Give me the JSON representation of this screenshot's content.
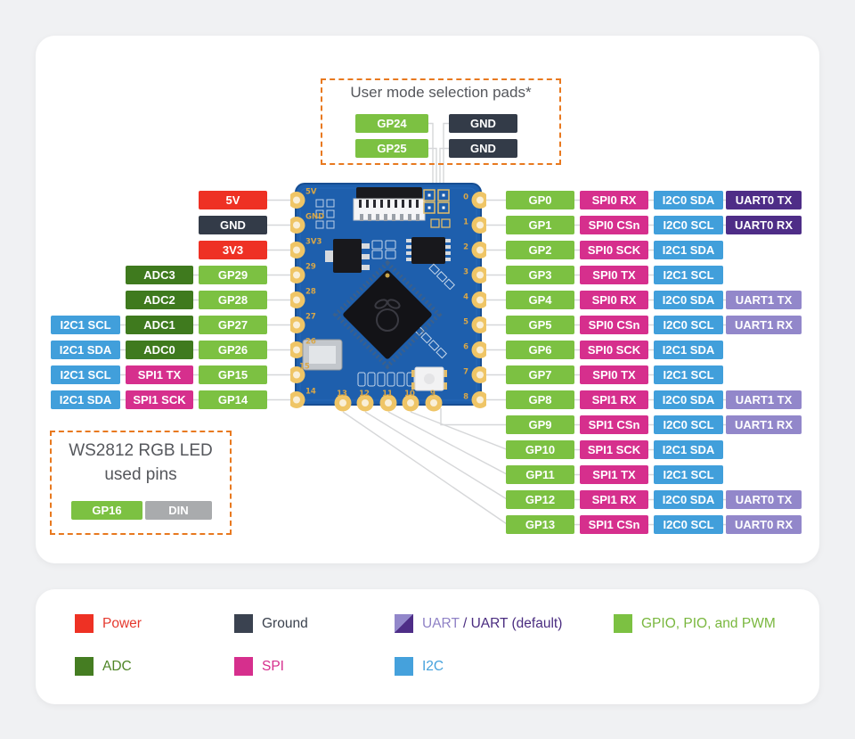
{
  "user_mode_box": {
    "title": "User mode selection pads*",
    "rows": [
      {
        "left": {
          "label": "GP24",
          "type": "gpio"
        },
        "right": {
          "label": "GND",
          "type": "ground"
        }
      },
      {
        "left": {
          "label": "GP25",
          "type": "gpio"
        },
        "right": {
          "label": "GND",
          "type": "ground"
        }
      }
    ]
  },
  "left_pins": [
    {
      "badges": [
        {
          "label": "5V",
          "type": "power"
        }
      ]
    },
    {
      "badges": [
        {
          "label": "GND",
          "type": "ground"
        }
      ]
    },
    {
      "badges": [
        {
          "label": "3V3",
          "type": "power"
        }
      ]
    },
    {
      "badges": [
        {
          "label": "ADC3",
          "type": "adc"
        },
        {
          "label": "GP29",
          "type": "gpio"
        }
      ]
    },
    {
      "badges": [
        {
          "label": "ADC2",
          "type": "adc"
        },
        {
          "label": "GP28",
          "type": "gpio"
        }
      ]
    },
    {
      "badges": [
        {
          "label": "I2C1 SCL",
          "type": "i2c"
        },
        {
          "label": "ADC1",
          "type": "adc"
        },
        {
          "label": "GP27",
          "type": "gpio"
        }
      ]
    },
    {
      "badges": [
        {
          "label": "I2C1 SDA",
          "type": "i2c"
        },
        {
          "label": "ADC0",
          "type": "adc"
        },
        {
          "label": "GP26",
          "type": "gpio"
        }
      ]
    },
    {
      "badges": [
        {
          "label": "I2C1 SCL",
          "type": "i2c"
        },
        {
          "label": "SPI1 TX",
          "type": "spi"
        },
        {
          "label": "GP15",
          "type": "gpio"
        }
      ]
    },
    {
      "badges": [
        {
          "label": "I2C1 SDA",
          "type": "i2c"
        },
        {
          "label": "SPI1 SCK",
          "type": "spi"
        },
        {
          "label": "GP14",
          "type": "gpio"
        }
      ]
    }
  ],
  "right_pins": [
    {
      "badges": [
        {
          "label": "GP0",
          "type": "gpio"
        },
        {
          "label": "SPI0 RX",
          "type": "spi"
        },
        {
          "label": "I2C0 SDA",
          "type": "i2c"
        },
        {
          "label": "UART0 TX",
          "type": "uart_default"
        }
      ]
    },
    {
      "badges": [
        {
          "label": "GP1",
          "type": "gpio"
        },
        {
          "label": "SPI0 CSn",
          "type": "spi"
        },
        {
          "label": "I2C0 SCL",
          "type": "i2c"
        },
        {
          "label": "UART0 RX",
          "type": "uart_default"
        }
      ]
    },
    {
      "badges": [
        {
          "label": "GP2",
          "type": "gpio"
        },
        {
          "label": "SPI0 SCK",
          "type": "spi"
        },
        {
          "label": "I2C1 SDA",
          "type": "i2c"
        }
      ]
    },
    {
      "badges": [
        {
          "label": "GP3",
          "type": "gpio"
        },
        {
          "label": "SPI0 TX",
          "type": "spi"
        },
        {
          "label": "I2C1 SCL",
          "type": "i2c"
        }
      ]
    },
    {
      "badges": [
        {
          "label": "GP4",
          "type": "gpio"
        },
        {
          "label": "SPI0 RX",
          "type": "spi"
        },
        {
          "label": "I2C0 SDA",
          "type": "i2c"
        },
        {
          "label": "UART1 TX",
          "type": "uart"
        }
      ]
    },
    {
      "badges": [
        {
          "label": "GP5",
          "type": "gpio"
        },
        {
          "label": "SPI0 CSn",
          "type": "spi"
        },
        {
          "label": "I2C0 SCL",
          "type": "i2c"
        },
        {
          "label": "UART1 RX",
          "type": "uart"
        }
      ]
    },
    {
      "badges": [
        {
          "label": "GP6",
          "type": "gpio"
        },
        {
          "label": "SPI0 SCK",
          "type": "spi"
        },
        {
          "label": "I2C1 SDA",
          "type": "i2c"
        }
      ]
    },
    {
      "badges": [
        {
          "label": "GP7",
          "type": "gpio"
        },
        {
          "label": "SPI0 TX",
          "type": "spi"
        },
        {
          "label": "I2C1 SCL",
          "type": "i2c"
        }
      ]
    },
    {
      "badges": [
        {
          "label": "GP8",
          "type": "gpio"
        },
        {
          "label": "SPI1 RX",
          "type": "spi"
        },
        {
          "label": "I2C0 SDA",
          "type": "i2c"
        },
        {
          "label": "UART1 TX",
          "type": "uart"
        }
      ]
    },
    {
      "badges": [
        {
          "label": "GP9",
          "type": "gpio"
        },
        {
          "label": "SPI1 CSn",
          "type": "spi"
        },
        {
          "label": "I2C0 SCL",
          "type": "i2c"
        },
        {
          "label": "UART1 RX",
          "type": "uart"
        }
      ]
    },
    {
      "badges": [
        {
          "label": "GP10",
          "type": "gpio"
        },
        {
          "label": "SPI1 SCK",
          "type": "spi"
        },
        {
          "label": "I2C1 SDA",
          "type": "i2c"
        }
      ]
    },
    {
      "badges": [
        {
          "label": "GP11",
          "type": "gpio"
        },
        {
          "label": "SPI1 TX",
          "type": "spi"
        },
        {
          "label": "I2C1 SCL",
          "type": "i2c"
        }
      ]
    },
    {
      "badges": [
        {
          "label": "GP12",
          "type": "gpio"
        },
        {
          "label": "SPI1 RX",
          "type": "spi"
        },
        {
          "label": "I2C0 SDA",
          "type": "i2c"
        },
        {
          "label": "UART0 TX",
          "type": "uart"
        }
      ]
    },
    {
      "badges": [
        {
          "label": "GP13",
          "type": "gpio"
        },
        {
          "label": "SPI1 CSn",
          "type": "spi"
        },
        {
          "label": "I2C0 SCL",
          "type": "i2c"
        },
        {
          "label": "UART0 RX",
          "type": "uart"
        }
      ]
    }
  ],
  "ws2812_box": {
    "title_line1": "WS2812 RGB LED",
    "title_line2": "used pins",
    "pins": [
      {
        "label": "GP16",
        "type": "gpio"
      },
      {
        "label": "DIN",
        "type": "din"
      }
    ]
  },
  "board": {
    "left_labels": [
      "5V",
      "GND",
      "3V3",
      "29",
      "28",
      "27",
      "26",
      "15",
      "14"
    ],
    "right_labels": [
      "0",
      "1",
      "2",
      "3",
      "4",
      "5",
      "6",
      "7",
      "8"
    ],
    "bottom_labels": [
      "13",
      "12",
      "11",
      "10",
      "9"
    ]
  },
  "legend": {
    "power": "Power",
    "ground": "Ground",
    "uart_light": "UART",
    "uart_sep": " / ",
    "uart_default": "UART (default)",
    "gpio": "GPIO, PIO, and PWM",
    "adc": "ADC",
    "spi": "SPI",
    "i2c": "I2C"
  },
  "colors": {
    "power": "#ee3124",
    "ground": "#333b48",
    "gpio": "#7cc142",
    "adc": "#3f7a1e",
    "i2c": "#419fdb",
    "spi": "#d62f8d",
    "uart": "#9287ca",
    "uart_default": "#4e2d87",
    "din": "#a9abad",
    "accent_dashed_border": "#e8791f",
    "connector_line": "#d6d7d9",
    "board_blue": "#1e5fad",
    "pad_gold": "#efc566"
  }
}
